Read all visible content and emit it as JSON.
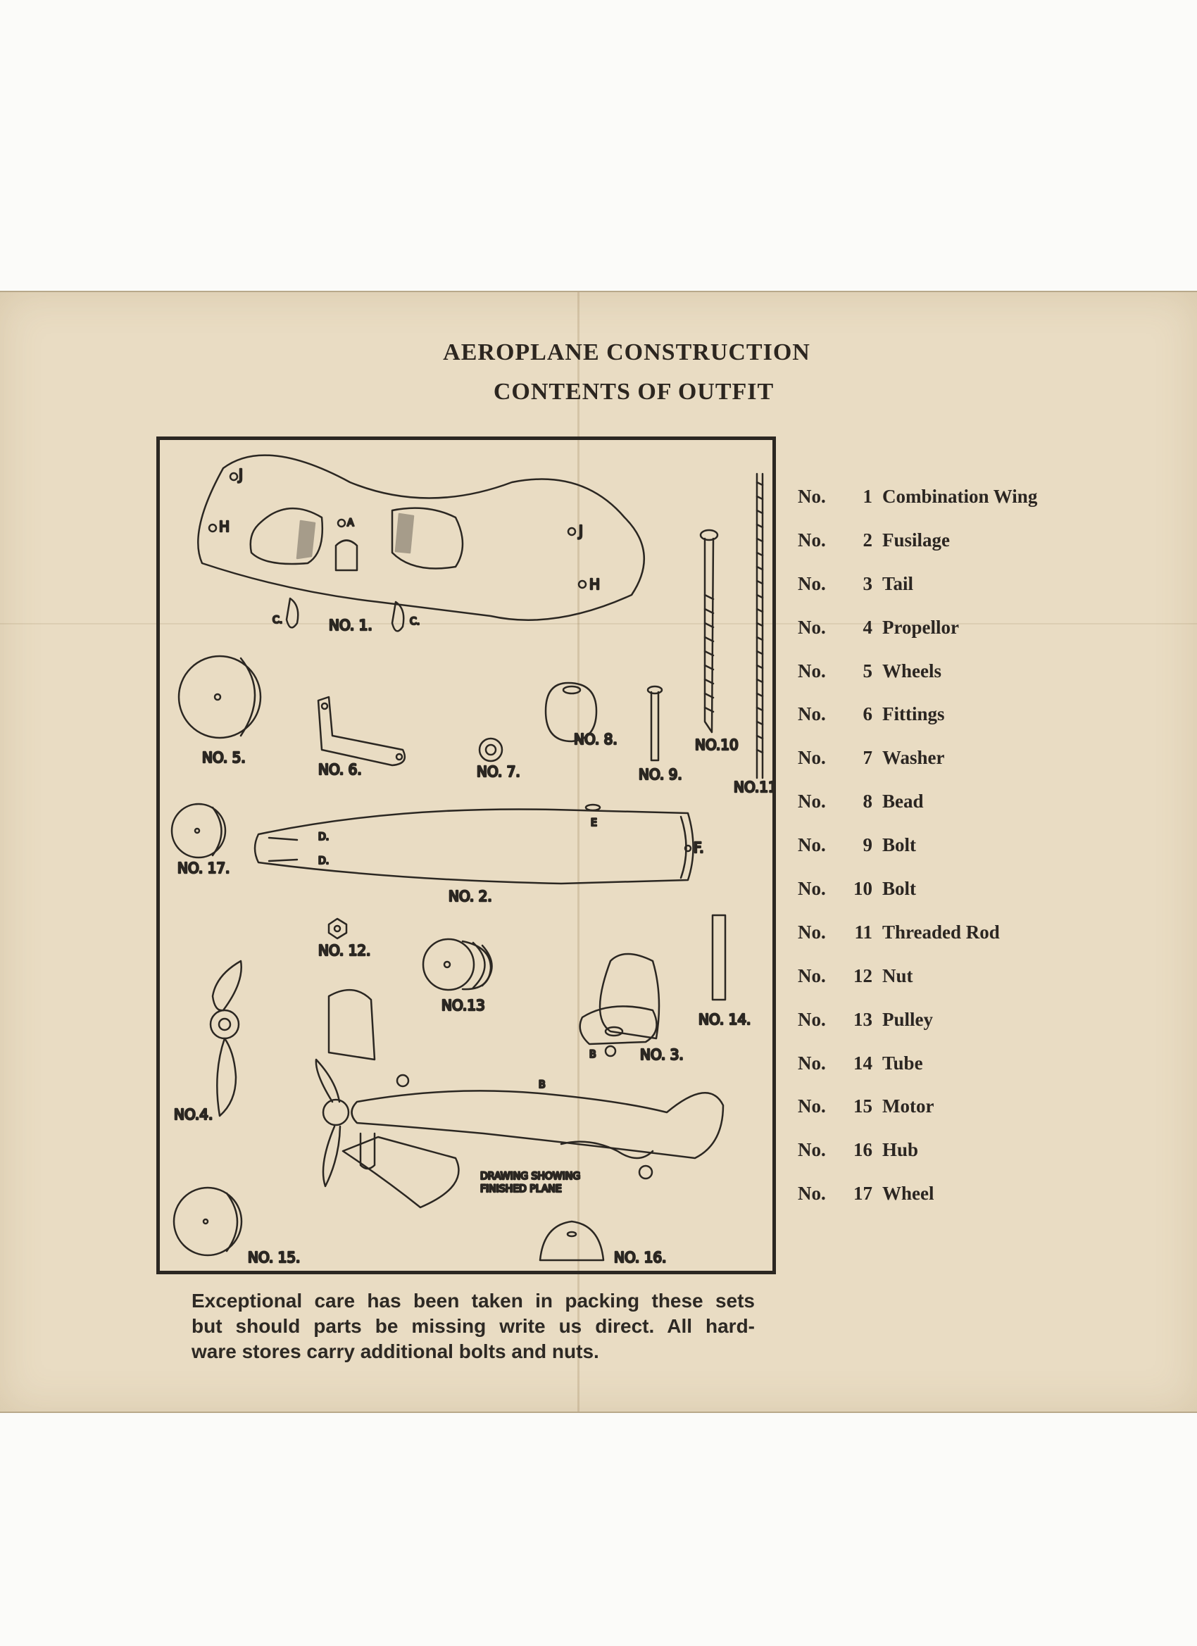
{
  "title": {
    "line1": "AEROPLANE CONSTRUCTION",
    "line2": "CONTENTS OF OUTFIT"
  },
  "diagram_labels": {
    "no1": "NO. 1.",
    "no2": "NO. 2.",
    "no3": "NO. 3.",
    "no4": "NO.4.",
    "no5": "NO. 5.",
    "no6": "NO. 6.",
    "no7": "NO. 7.",
    "no8": "NO. 8.",
    "no9": "NO. 9.",
    "no10": "NO.10",
    "no11": "NO.11",
    "no12": "NO. 12.",
    "no13": "NO.13",
    "no14": "NO. 14.",
    "no15": "NO. 15.",
    "no16": "NO. 16.",
    "no17": "NO. 17.",
    "hole_j": "J",
    "hole_h": "H",
    "hole_a": "A",
    "hole_c": "C.",
    "hole_d": "D.",
    "hole_e": "E",
    "hole_f": "F.",
    "hole_b": "B",
    "finished_line1": "DRAWING SHOWING",
    "finished_line2": "FINISHED PLANE"
  },
  "parts": [
    {
      "no": "No.",
      "num": "1",
      "name": "Combination Wing"
    },
    {
      "no": "No.",
      "num": "2",
      "name": "Fusilage"
    },
    {
      "no": "No.",
      "num": "3",
      "name": "Tail"
    },
    {
      "no": "No.",
      "num": "4",
      "name": "Propellor"
    },
    {
      "no": "No.",
      "num": "5",
      "name": "Wheels"
    },
    {
      "no": "No.",
      "num": "6",
      "name": "Fittings"
    },
    {
      "no": "No.",
      "num": "7",
      "name": "Washer"
    },
    {
      "no": "No.",
      "num": "8",
      "name": "Bead"
    },
    {
      "no": "No.",
      "num": "9",
      "name": "Bolt"
    },
    {
      "no": "No.",
      "num": "10",
      "name": "Bolt"
    },
    {
      "no": "No.",
      "num": "11",
      "name": "Threaded Rod"
    },
    {
      "no": "No.",
      "num": "12",
      "name": "Nut"
    },
    {
      "no": "No.",
      "num": "13",
      "name": "Pulley"
    },
    {
      "no": "No.",
      "num": "14",
      "name": "Tube"
    },
    {
      "no": "No.",
      "num": "15",
      "name": "Motor"
    },
    {
      "no": "No.",
      "num": "16",
      "name": "Hub"
    },
    {
      "no": "No.",
      "num": "17",
      "name": "Wheel"
    }
  ],
  "note": {
    "line1": "Exceptional care has been taken in packing these sets",
    "line2": "but should parts be missing write us direct.  All hard-",
    "line3": "ware stores carry additional bolts and nuts."
  }
}
